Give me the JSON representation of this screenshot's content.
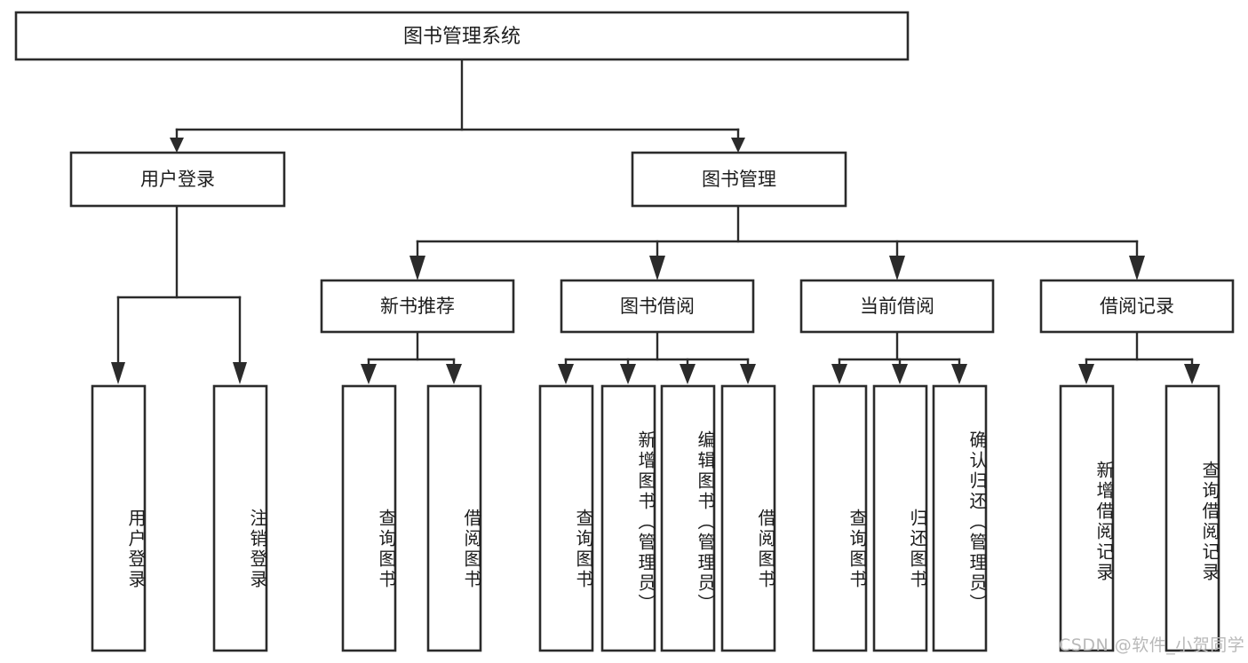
{
  "diagram": {
    "type": "tree",
    "title": "图书管理系统",
    "watermark": "CSDN @软件_小贺同学",
    "colors": {
      "stroke": "#2b2b2b",
      "fill": "#ffffff",
      "text": "#1d1d1d",
      "watermark": "#b9b9b9"
    },
    "root": {
      "label": "图书管理系统"
    },
    "level2": [
      {
        "label": "用户登录"
      },
      {
        "label": "图书管理"
      }
    ],
    "level3": [
      {
        "label": "新书推荐"
      },
      {
        "label": "图书借阅"
      },
      {
        "label": "当前借阅"
      },
      {
        "label": "借阅记录"
      }
    ],
    "leaves_user_login": [
      {
        "label": "用户登录"
      },
      {
        "label": "注销登录"
      }
    ],
    "leaves_new_books": [
      {
        "label": "查询图书"
      },
      {
        "label": "借阅图书"
      }
    ],
    "leaves_borrow": [
      {
        "label": "查询图书"
      },
      {
        "label": "新增图书（管理员）"
      },
      {
        "label": "编辑图书（管理员）"
      },
      {
        "label": "借阅图书"
      }
    ],
    "leaves_current": [
      {
        "label": "查询图书"
      },
      {
        "label": "归还图书"
      },
      {
        "label": "确认归还（管理员）"
      }
    ],
    "leaves_records": [
      {
        "label": "新增借阅记录"
      },
      {
        "label": "查询借阅记录"
      }
    ]
  }
}
